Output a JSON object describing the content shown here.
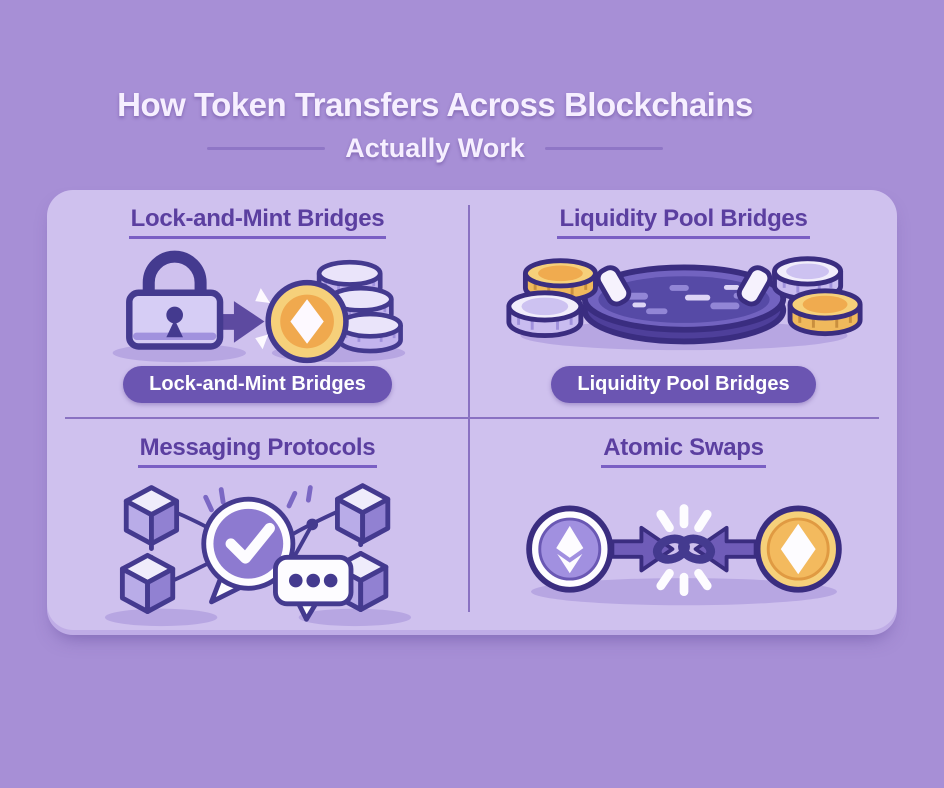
{
  "header": {
    "title_line1": "How Token Transfers Across Blockchains",
    "title_line2": "Actually Work"
  },
  "panels": [
    {
      "heading": "Lock-and-Mint Bridges",
      "badge": "Lock-and-Mint Bridges",
      "icon": "lock-arrow-coins-icon"
    },
    {
      "heading": "Liquidity Pool Bridges",
      "badge": "Liquidity Pool Bridges",
      "icon": "liquidity-pool-coins-icon"
    },
    {
      "heading": "Messaging Protocols",
      "icon": "cubes-chat-network-icon"
    },
    {
      "heading": "Atomic Swaps",
      "icon": "swap-chain-coins-icon"
    }
  ],
  "colors": {
    "background": "#a78fd6",
    "card": "#cfc1ee",
    "title_text": "#f6efff",
    "heading_text": "#5b3fa0",
    "heading_underline": "#7a5fc4",
    "divider": "#8a72c2",
    "badge_background": "#6b55b2",
    "badge_text": "#ffffff",
    "outline_dark": "#443a8f",
    "arrow_purple": "#5d4aa0",
    "coin_gold": "#f6d07a",
    "coin_gold_inner": "#f0a94e",
    "coin_purple_light": "#c9bcf0",
    "pool_water": "#564aa6",
    "shadow_ellipse": "#b7a6e2"
  }
}
